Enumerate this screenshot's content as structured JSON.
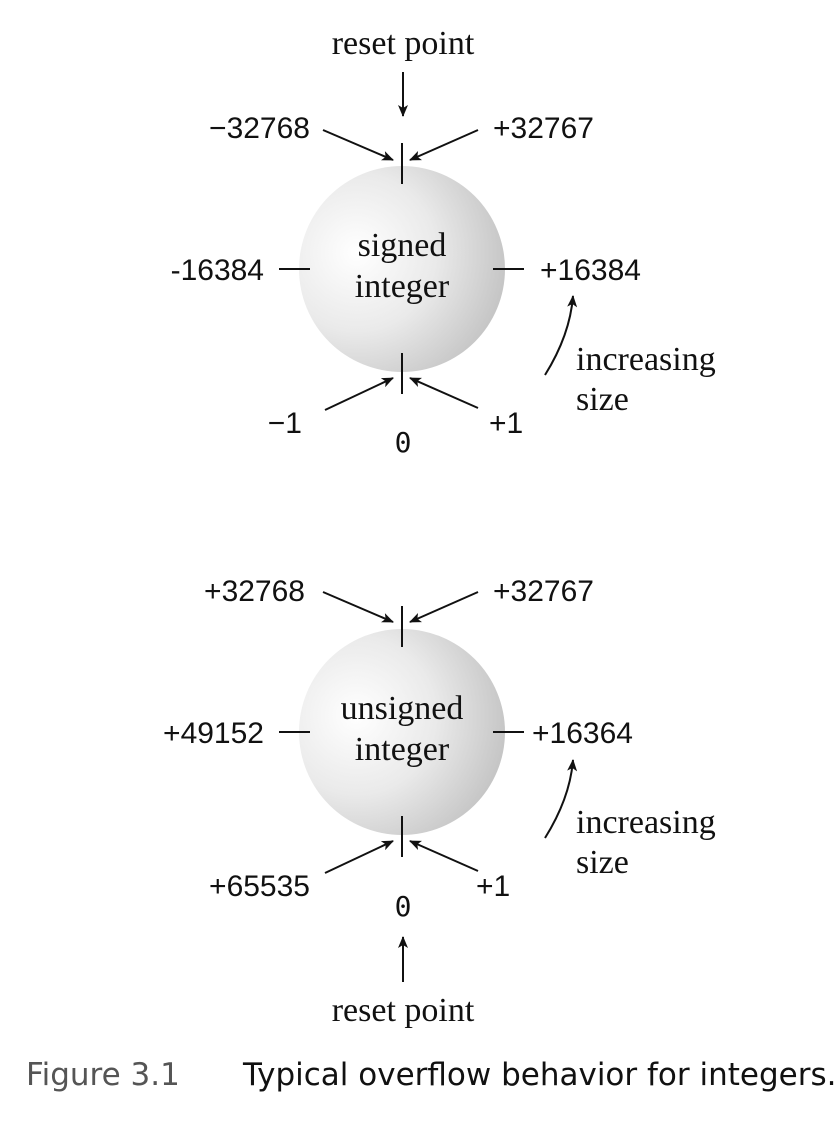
{
  "signed": {
    "top_label": "reset point",
    "circle_line1": "signed",
    "circle_line2": "integer",
    "top_left": "−32768",
    "top_right": "+32767",
    "left": "-16384",
    "right": "+16384",
    "bottom_left": "−1",
    "bottom_right": "+1",
    "zero": "0",
    "increase_line1": "increasing",
    "increase_line2": "size"
  },
  "unsigned": {
    "circle_line1": "unsigned",
    "circle_line2": "integer",
    "top_left": "+32768",
    "top_right": "+32767",
    "left": "+49152",
    "right": "+16364",
    "bottom_left": "+65535",
    "bottom_right": "+1",
    "zero": "0",
    "increase_line1": "increasing",
    "increase_line2": "size",
    "bottom_label": "reset point"
  },
  "caption": {
    "label": "Figure 3.1",
    "text": "Typical overflow behavior for integers."
  }
}
